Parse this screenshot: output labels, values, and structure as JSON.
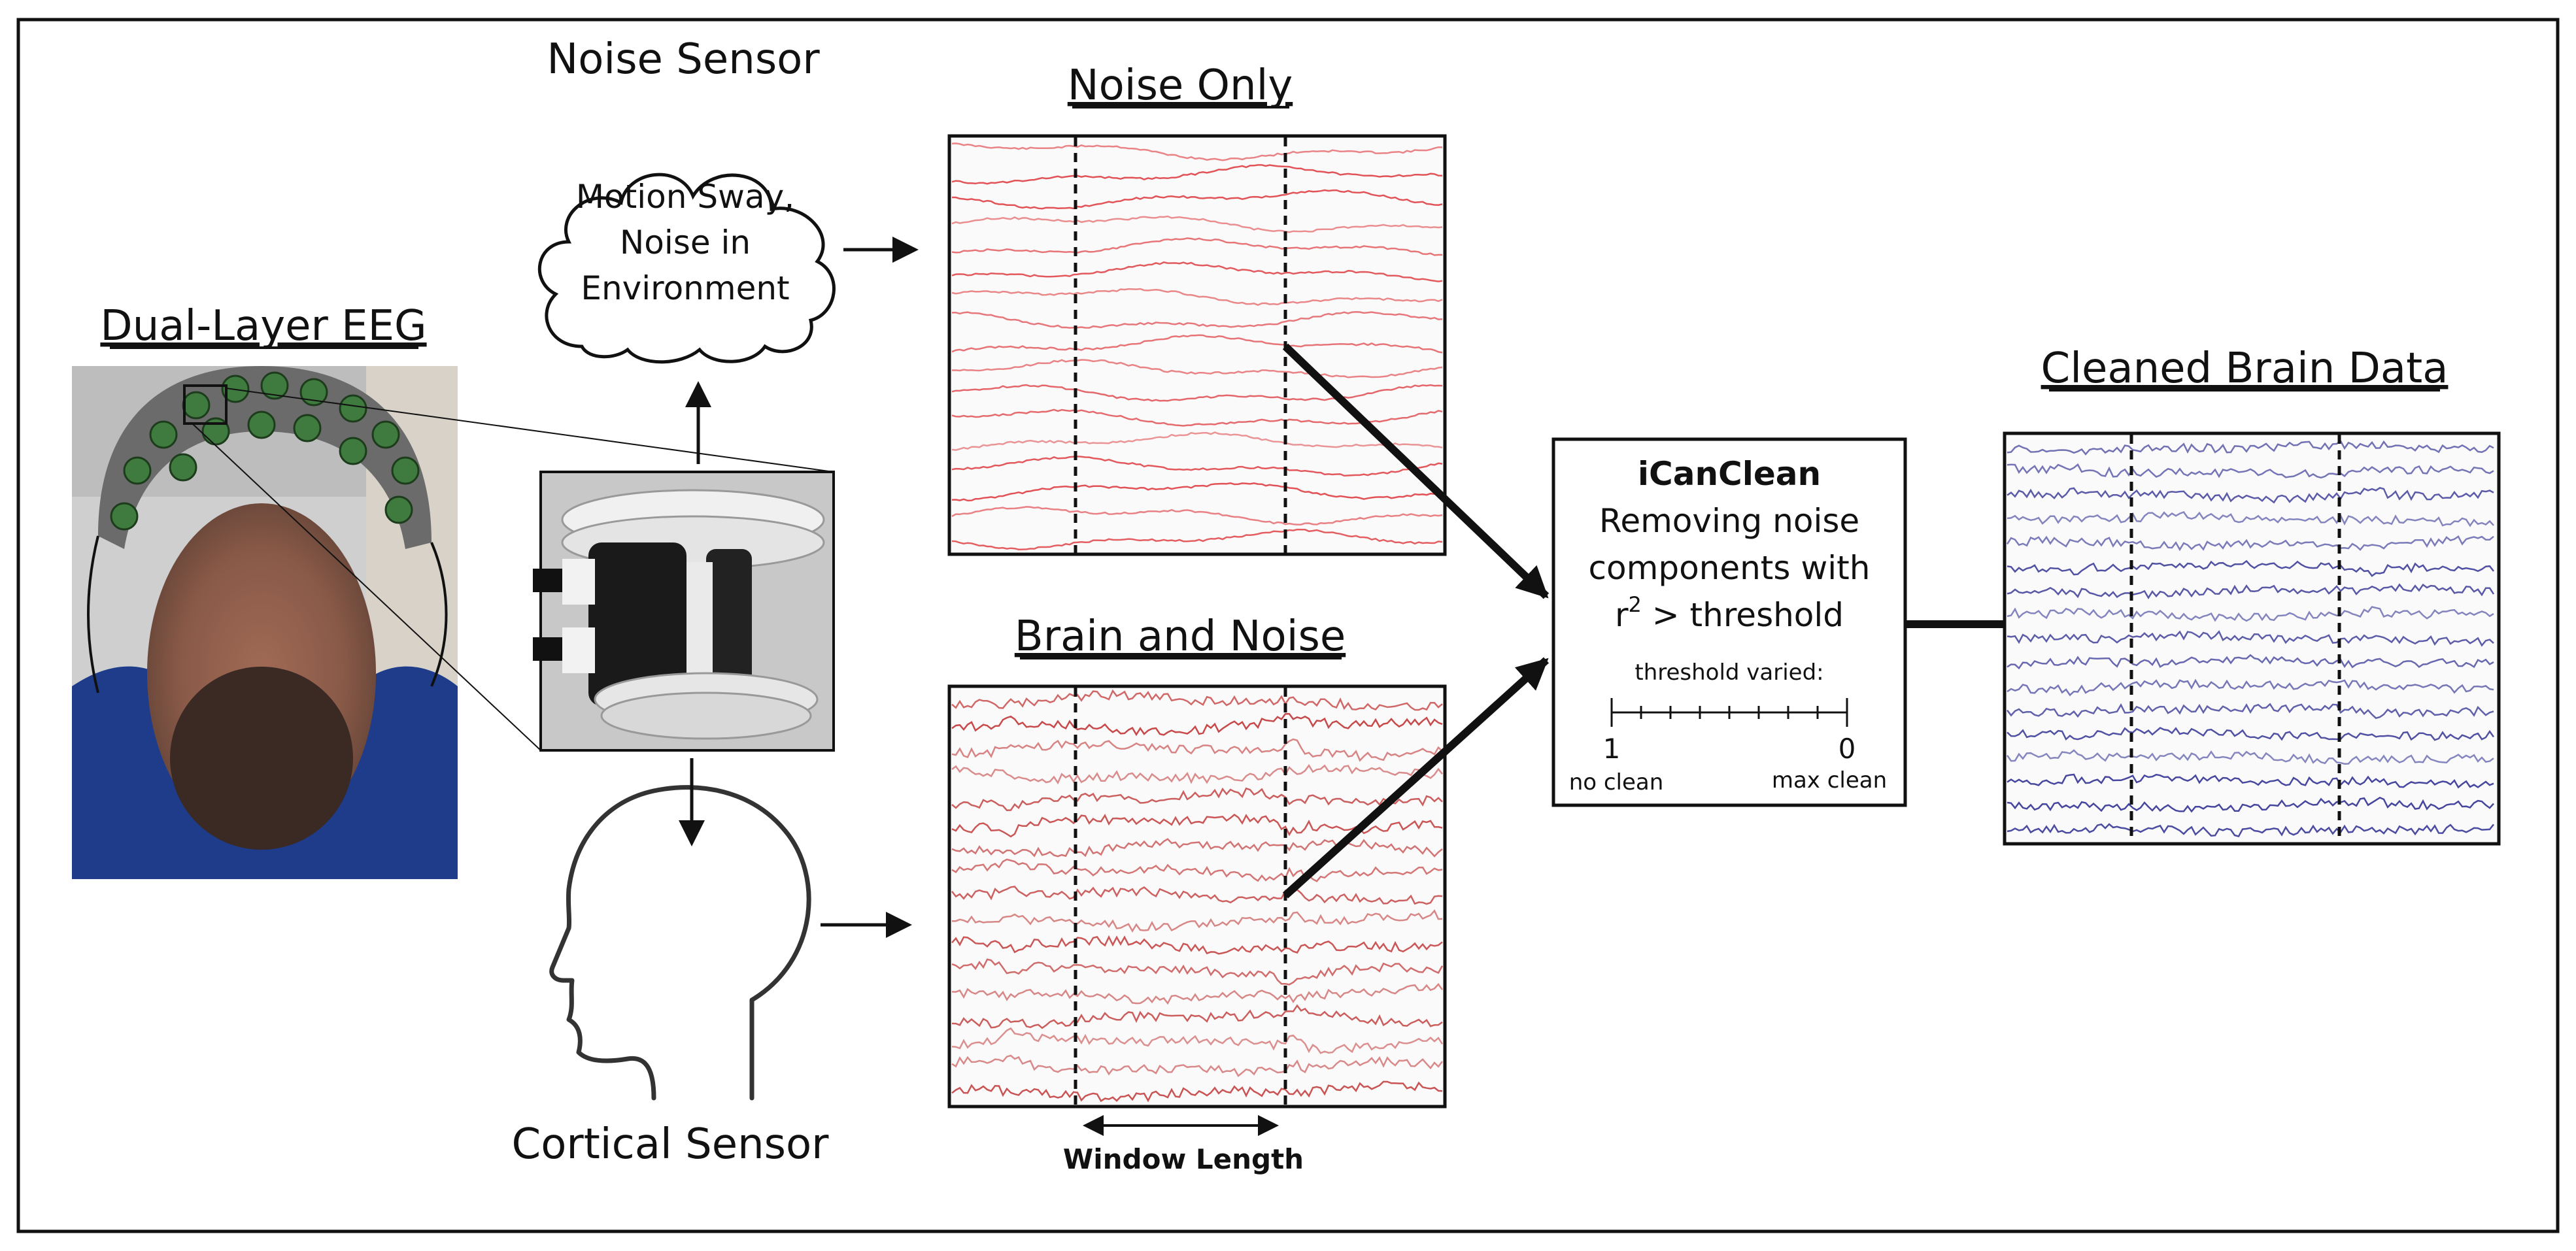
{
  "titles": {
    "noise_sensor": "Noise Sensor",
    "dual_layer": "Dual-Layer EEG",
    "cortical_sensor": "Cortical Sensor",
    "noise_only": "Noise Only",
    "brain_and_noise": "Brain and Noise",
    "cleaned": "Cleaned Brain Data"
  },
  "cloud": {
    "line1": "Motion Sway,",
    "line2": "Noise in",
    "line3": "Environment"
  },
  "icanclean": {
    "name": "iCanClean",
    "line1": "Removing noise",
    "line2": "components with",
    "line3_prefix": "r",
    "line3_sup": "2",
    "line3_suffix": " > threshold",
    "threshold_label": "threshold varied:",
    "scale_left_value": "1",
    "scale_right_value": "0",
    "scale_left_label": "no clean",
    "scale_right_label": "max clean"
  },
  "window_length": "Window Length",
  "colors": {
    "noise_trace": "#e0464a",
    "brain_noise_trace": "#c23a3a",
    "clean_trace": "#3c3c99",
    "frame": "#111111"
  },
  "icons": {
    "cloud": "cloud-icon",
    "head": "head-profile-icon",
    "sensor": "dual-layer-sensor-icon",
    "photo": "eeg-cap-photo"
  }
}
